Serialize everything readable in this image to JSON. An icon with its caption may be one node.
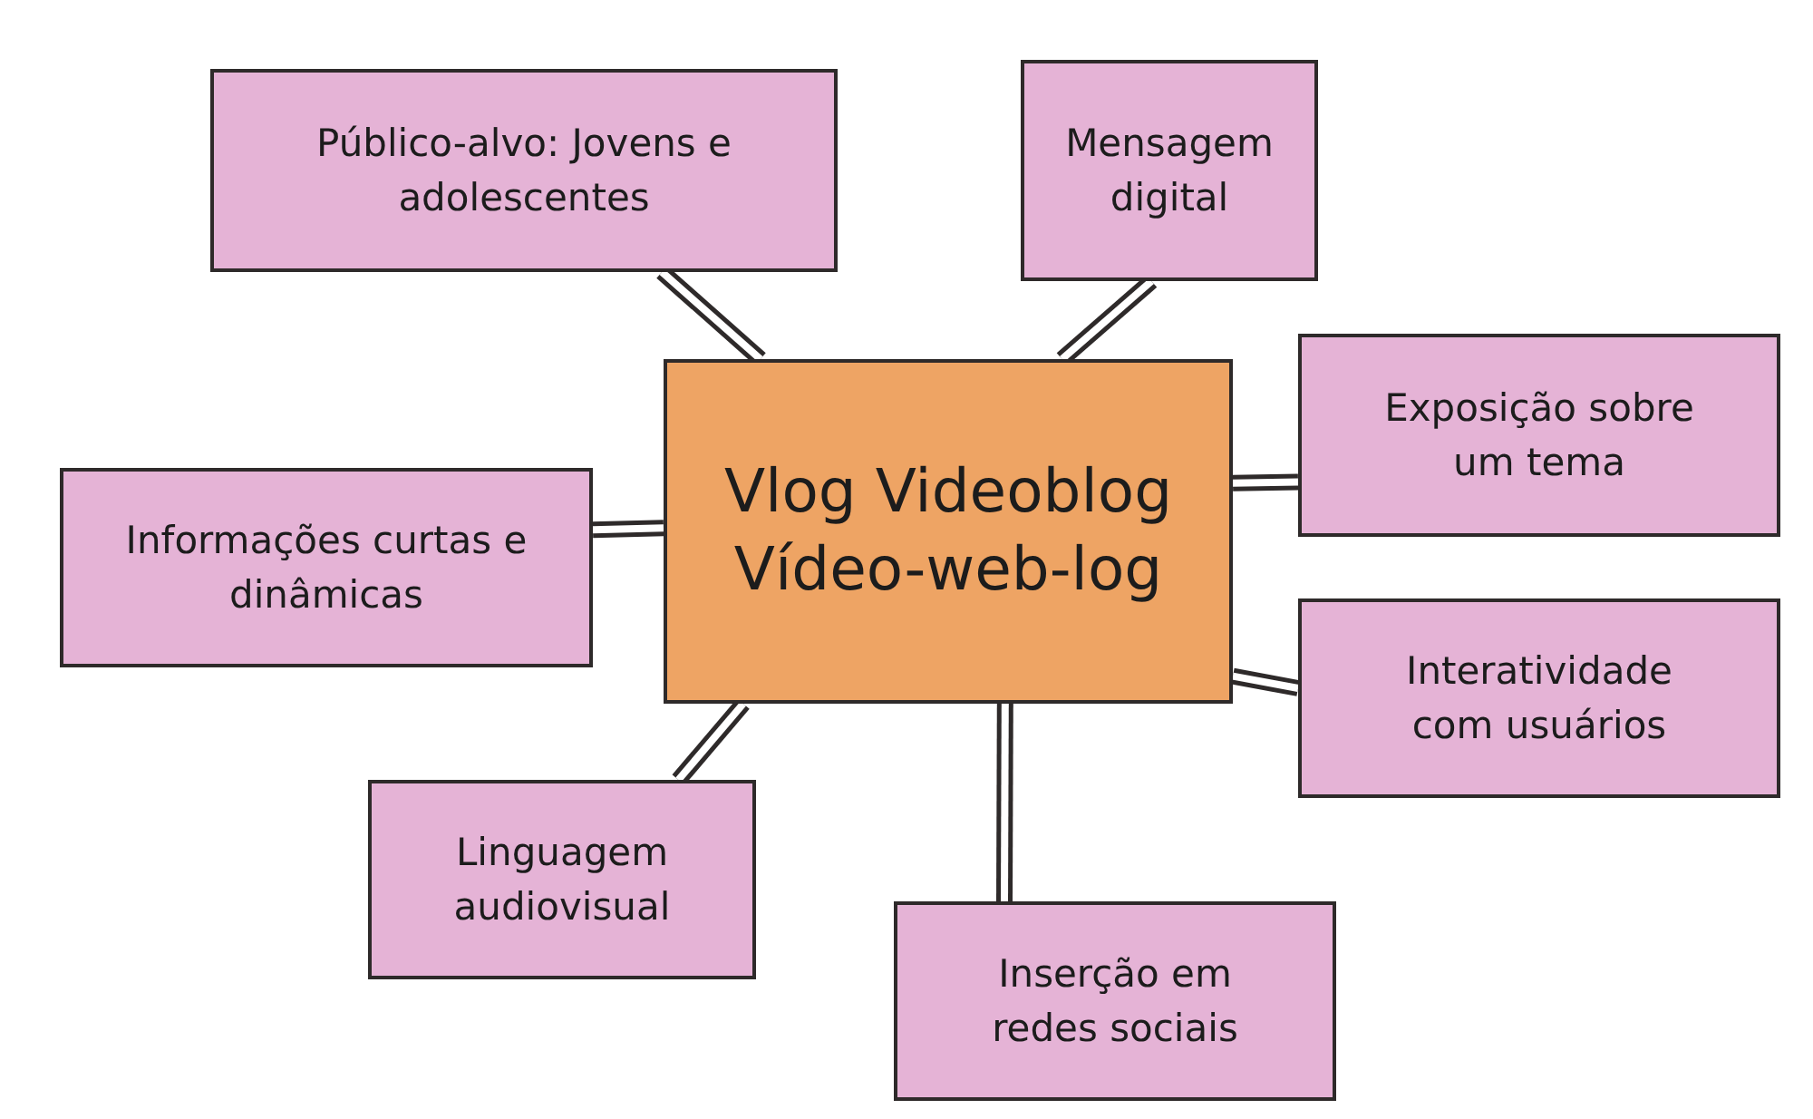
{
  "diagram": {
    "nodes": [
      {
        "text": [
          "Vlog Videoblog Vídeo-web-log"
        ]
      },
      {
        "text": [
          "Público-alvo: Jovens e adolescentes"
        ]
      },
      {
        "text": [
          "Mensagem digital"
        ]
      },
      {
        "text": [
          "Exposição sobre um tema"
        ]
      },
      {
        "text": [
          "Informações curtas e dinâmicas"
        ]
      },
      {
        "text": [
          "Interatividade com usuários"
        ]
      },
      {
        "text": [
          "Linguagem audiovisual"
        ]
      },
      {
        "text": [
          "Inserção em redes sociais"
        ]
      }
    ],
    "edges": [
      {
        "from": 0,
        "to": 1,
        "arrow": "none"
      },
      {
        "from": 0,
        "to": 2,
        "arrow": "none"
      },
      {
        "from": 0,
        "to": 3,
        "arrow": "none"
      },
      {
        "from": 0,
        "to": 4,
        "arrow": "none"
      },
      {
        "from": 0,
        "to": 5,
        "arrow": "none"
      },
      {
        "from": 0,
        "to": 6,
        "arrow": "none"
      },
      {
        "from": 0,
        "to": 7,
        "arrow": "none"
      }
    ]
  }
}
